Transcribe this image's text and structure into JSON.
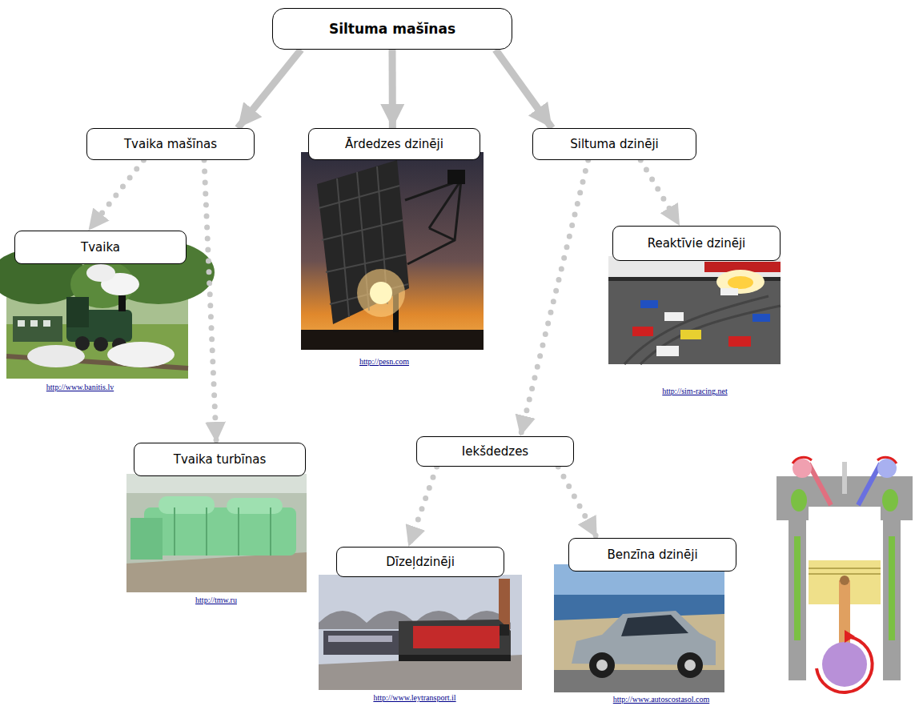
{
  "diagram": {
    "nodes": [
      {
        "text": [
          "Siltuma mašīnas"
        ]
      },
      {
        "text": [
          "Tvaika mašīnas"
        ]
      },
      {
        "text": [
          "Ārdedzes dzinēji"
        ]
      },
      {
        "text": [
          "Siltuma dzinēji"
        ]
      },
      {
        "text": [
          "Tvaika"
        ]
      },
      {
        "text": [
          "Reaktīvie dzinēji"
        ]
      },
      {
        "text": [
          "Tvaika turbīnas"
        ]
      },
      {
        "text": [
          "Iekšdedzes"
        ]
      },
      {
        "text": [
          "Dīzeļdzinēji"
        ]
      },
      {
        "text": [
          "Benzīna dzinēji"
        ]
      }
    ],
    "edges": [
      {
        "from": 0,
        "to": 1,
        "arrow": "to"
      },
      {
        "from": 0,
        "to": 2,
        "arrow": "to"
      },
      {
        "from": 0,
        "to": 3,
        "arrow": "to"
      },
      {
        "from": 1,
        "to": 4,
        "arrow": "to"
      },
      {
        "from": 1,
        "to": 6,
        "arrow": "to"
      },
      {
        "from": 3,
        "to": 5,
        "arrow": "to"
      },
      {
        "from": 3,
        "to": 7,
        "arrow": "to"
      },
      {
        "from": 7,
        "to": 8,
        "arrow": "to"
      },
      {
        "from": 7,
        "to": 9,
        "arrow": "to"
      }
    ],
    "labels": [
      "http://www.banitis.lv",
      "http://pesn.com",
      "http://sim-racing.net",
      "http://tmw.ru",
      "http://www.leytransport.il",
      "http://www.autoscostasol.com"
    ]
  }
}
